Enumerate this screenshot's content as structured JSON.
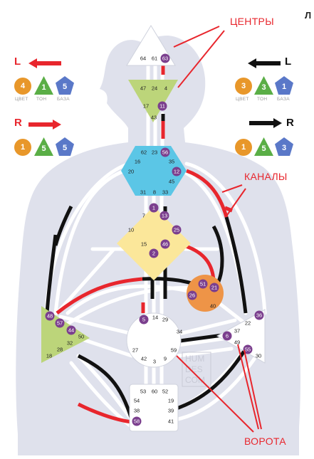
{
  "callouts": {
    "centers": "ЦЕНТРЫ",
    "channels": "КАНАЛЫ",
    "gates": "ВОРОТА"
  },
  "corner_text": "Л",
  "watermark": [
    "HUM",
    "DES",
    "COM"
  ],
  "variables": {
    "left": {
      "label": "L",
      "values": [
        "4",
        "1",
        "5"
      ],
      "captions": [
        "ЦВЕТ",
        "ТОН",
        "БАЗА"
      ],
      "arrow_color": "#e8262d"
    },
    "left_r": {
      "label": "R",
      "values": [
        "1",
        "5",
        "5"
      ],
      "arrow_color": "#e8262d"
    },
    "right": {
      "label": "L",
      "values": [
        "3",
        "3",
        "1"
      ],
      "captions": [
        "ЦВЕТ",
        "ТОН",
        "БАЗА"
      ],
      "arrow_color": "#111111"
    },
    "right_r": {
      "label": "R",
      "values": [
        "1",
        "5",
        "3"
      ],
      "arrow_color": "#111111"
    }
  },
  "colors": {
    "silhouette": "#dfe1ec",
    "channel_white": "#ffffff",
    "channel_red": "#e8262d",
    "channel_black": "#111111",
    "gate_active": "#7b3f8e",
    "head": "#ffffff",
    "ajna": "#bcd57a",
    "throat": "#5bc6e6",
    "g_center": "#fbe79a",
    "ego": "#ee9447",
    "spleen": "#bcd57a",
    "sacral": "#ffffff",
    "solar": "#ffffff",
    "root": "#ffffff",
    "orange": "#e8972a",
    "green": "#5aae46",
    "blue": "#5a78c8"
  },
  "centers": {
    "head": {
      "gates": [
        "64",
        "61",
        "63"
      ],
      "active": [
        "63"
      ]
    },
    "ajna": {
      "gates": [
        "47",
        "24",
        "4",
        "17",
        "11",
        "43"
      ],
      "active": [
        "11"
      ]
    },
    "throat": {
      "gates": [
        "62",
        "23",
        "56",
        "16",
        "35",
        "20",
        "12",
        "45",
        "31",
        "8",
        "33"
      ],
      "active": [
        "56",
        "12"
      ]
    },
    "g": {
      "gates": [
        "1",
        "7",
        "13",
        "10",
        "25",
        "15",
        "46",
        "2"
      ],
      "active": [
        "1",
        "13",
        "25",
        "46",
        "2"
      ]
    },
    "ego": {
      "gates": [
        "51",
        "21",
        "26",
        "40"
      ],
      "active": [
        "51",
        "21",
        "26"
      ]
    },
    "spleen": {
      "gates": [
        "48",
        "57",
        "44",
        "50",
        "32",
        "28",
        "18"
      ],
      "active": [
        "48",
        "57",
        "44"
      ]
    },
    "sacral": {
      "gates": [
        "5",
        "14",
        "29",
        "34",
        "27",
        "59",
        "42",
        "3",
        "9"
      ],
      "active": [
        "5"
      ]
    },
    "solar": {
      "gates": [
        "36",
        "22",
        "6",
        "37",
        "49",
        "55",
        "30"
      ],
      "active": [
        "36",
        "6",
        "55"
      ]
    },
    "root": {
      "gates": [
        "53",
        "60",
        "52",
        "54",
        "19",
        "38",
        "39",
        "58",
        "41"
      ],
      "active": [
        "58"
      ]
    }
  }
}
